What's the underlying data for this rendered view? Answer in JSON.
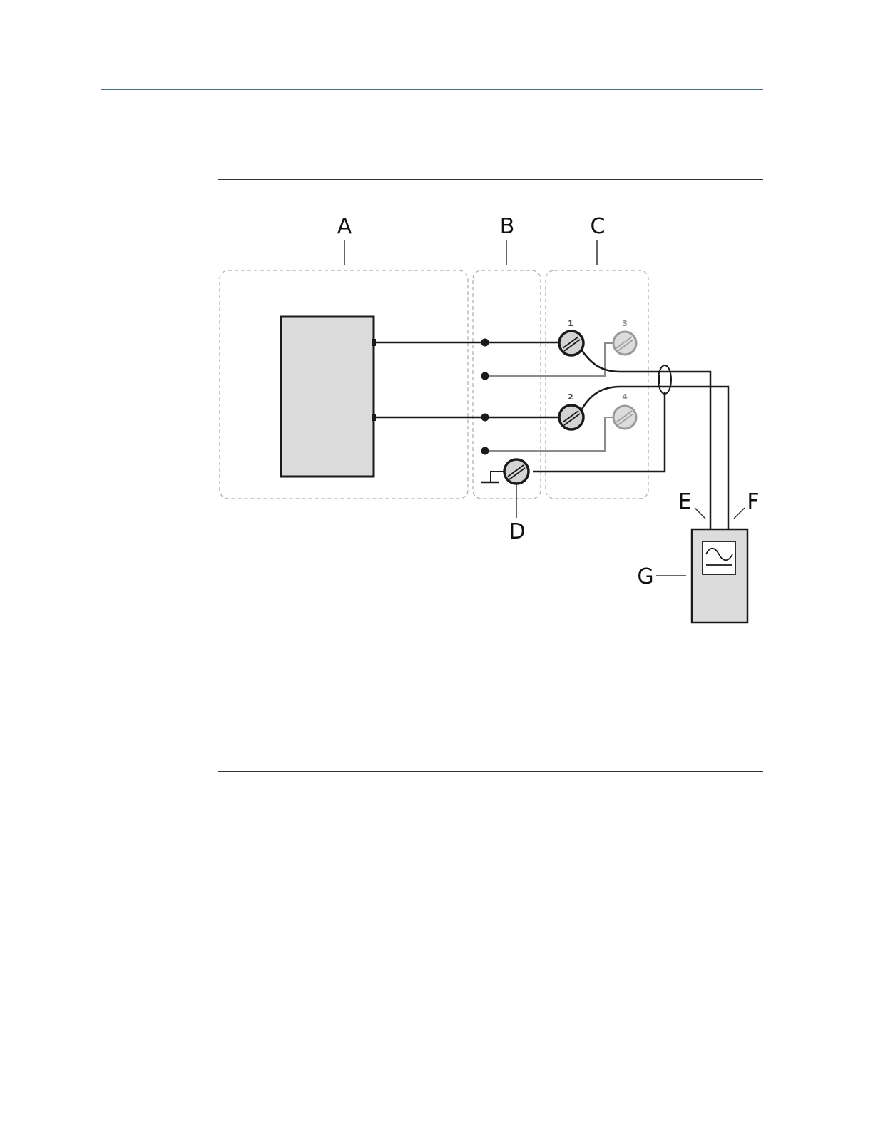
{
  "callouts": {
    "a": "A",
    "b": "B",
    "c": "C",
    "d": "D",
    "e": "E",
    "f": "F",
    "g": "G"
  },
  "terminals": {
    "t1": "1",
    "t2": "2",
    "t3": "3",
    "t4": "4"
  },
  "colors": {
    "header_rule": "#4a6c82",
    "wire_active": "#1a1a1a",
    "wire_inactive": "#8c8c8c",
    "terminal_fill": "#d3d3d3",
    "device_fill": "#dcdcdc",
    "zone_border": "#aaaaaa"
  },
  "icons": {
    "meter_display": "sine-wave-icon",
    "ground": "ground-icon"
  }
}
